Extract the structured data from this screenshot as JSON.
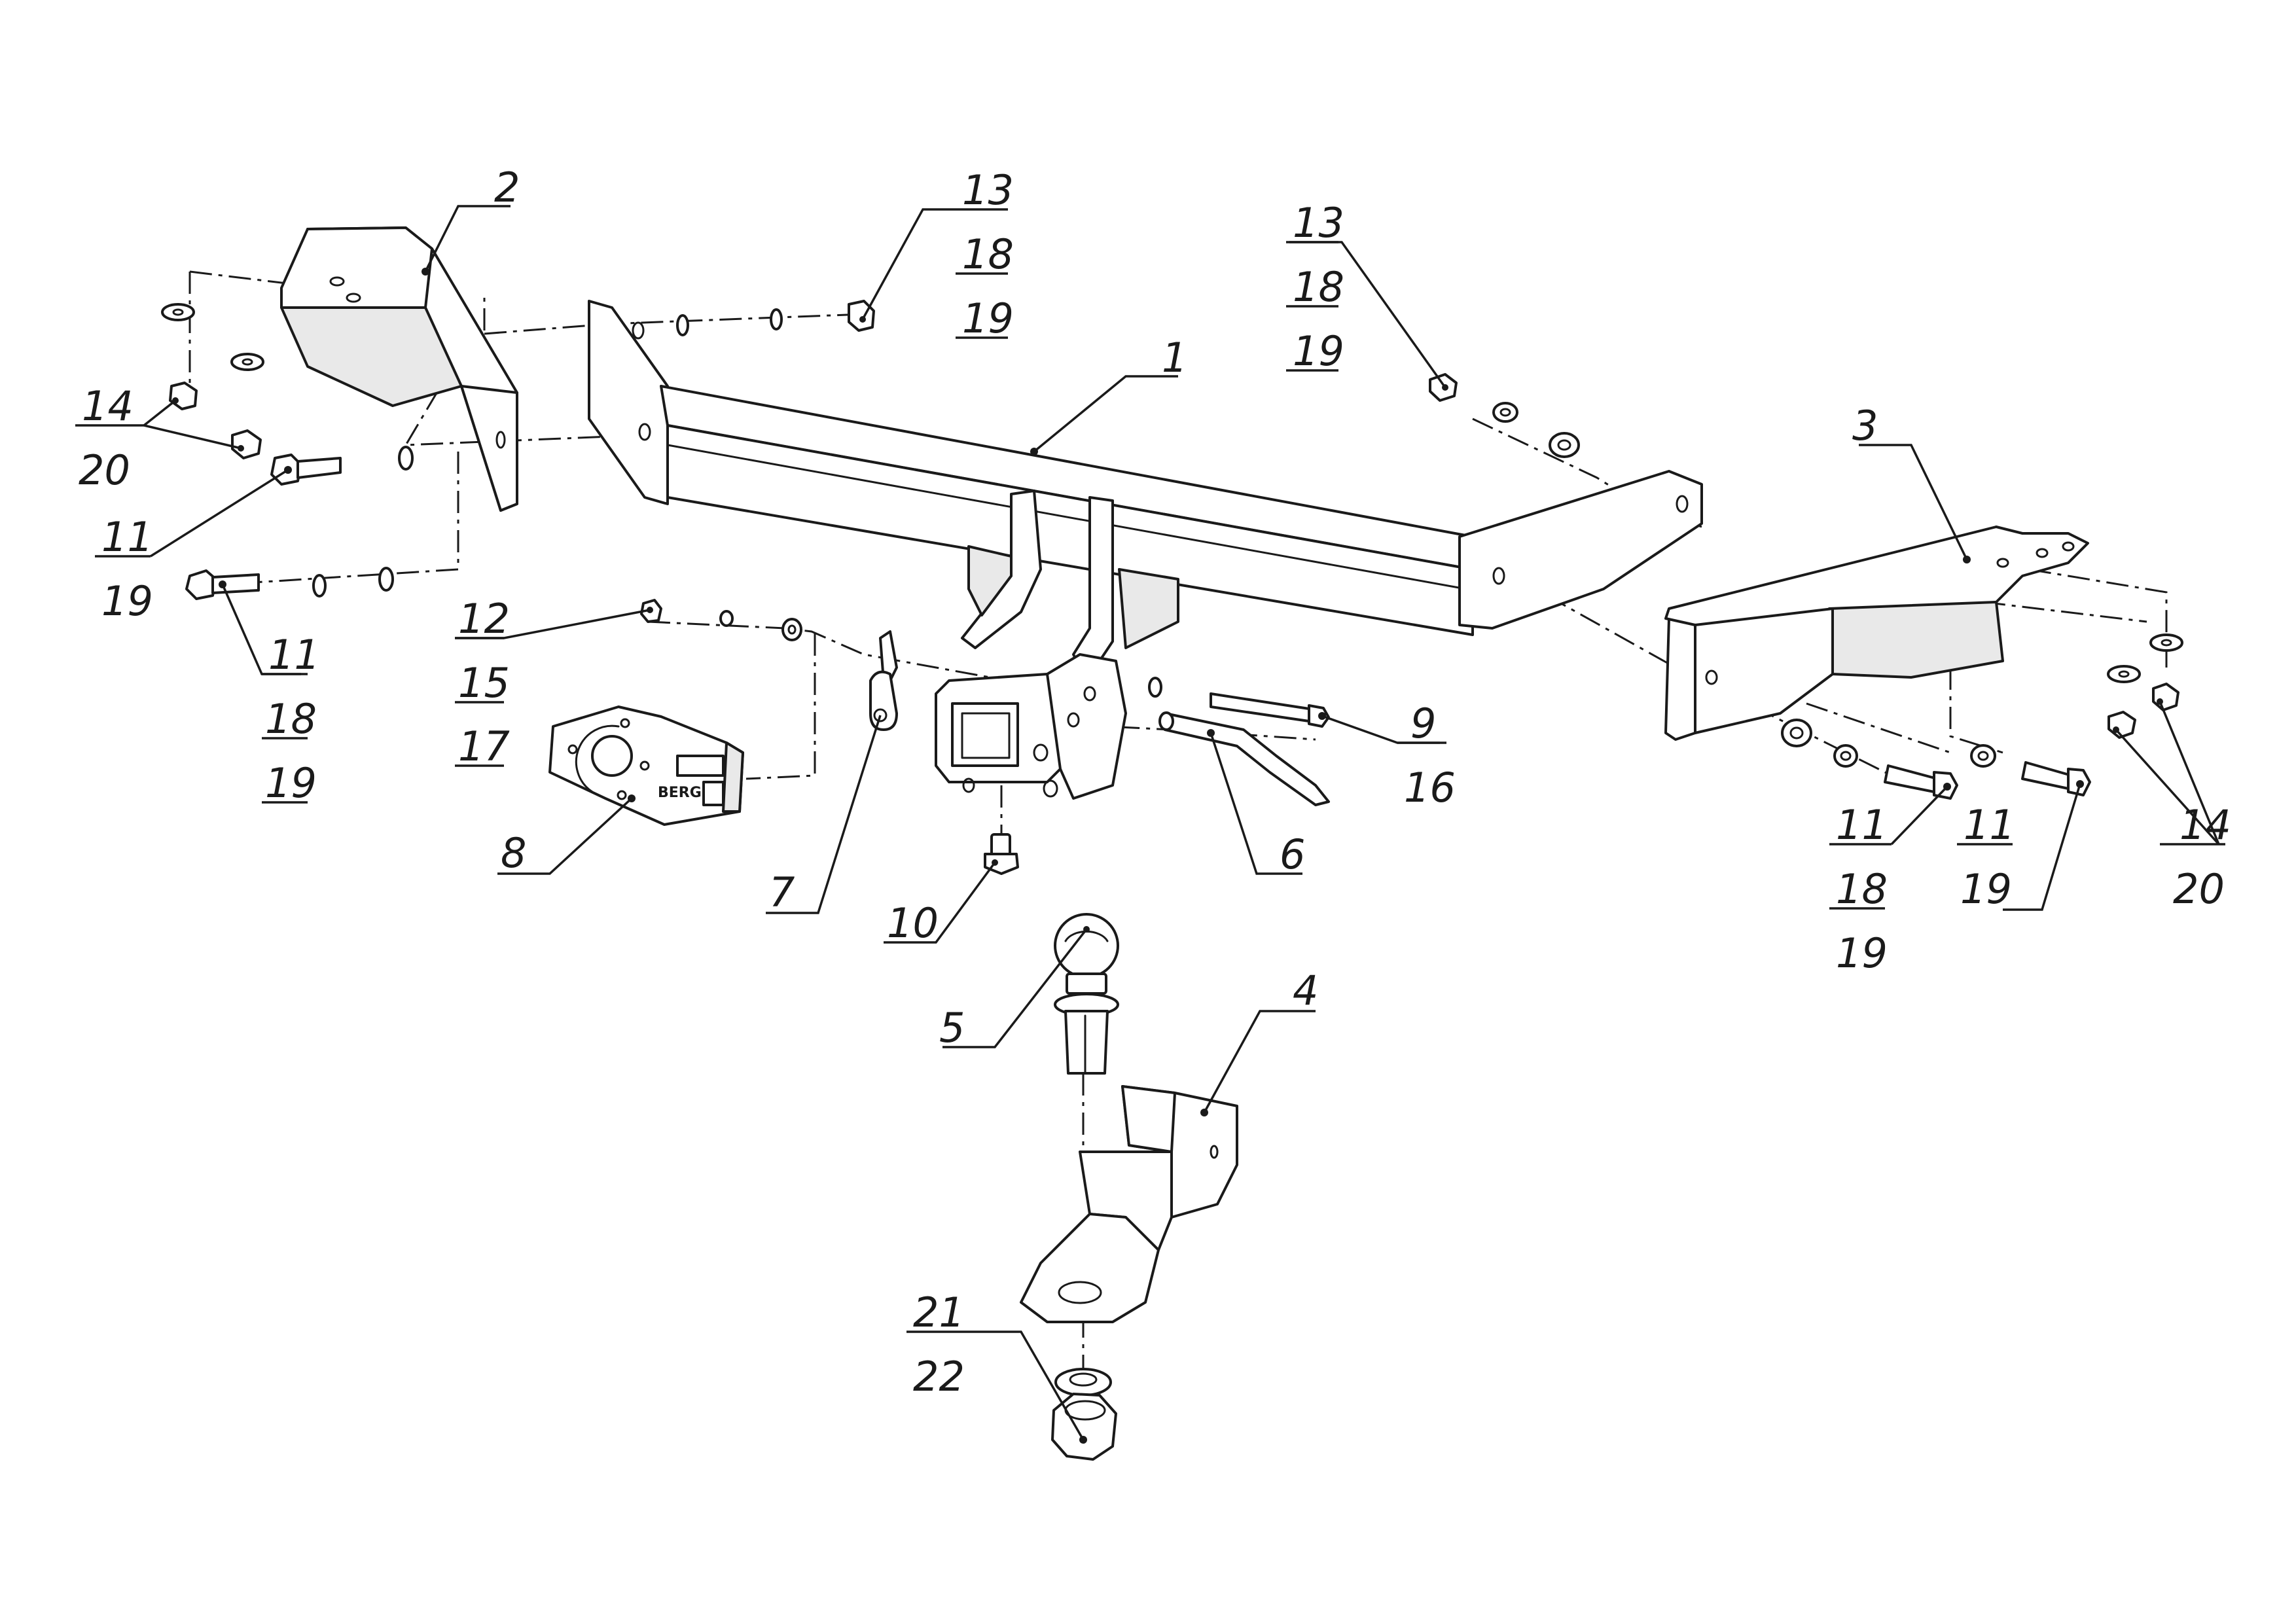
{
  "callouts": {
    "c1": [
      "1"
    ],
    "c2": [
      "2"
    ],
    "c3": [
      "3"
    ],
    "c4": [
      "4"
    ],
    "c5": [
      "5"
    ],
    "c6": [
      "6"
    ],
    "c7": [
      "7"
    ],
    "c8": [
      "8"
    ],
    "c9": [
      "9",
      "16"
    ],
    "c10": [
      "10"
    ],
    "c12": [
      "12",
      "15",
      "17"
    ],
    "c13a": [
      "13",
      "18",
      "19"
    ],
    "c13b": [
      "13",
      "18",
      "19"
    ],
    "c14a": [
      "14",
      "20"
    ],
    "c14b": [
      "14",
      "20"
    ],
    "c11a": [
      "11",
      "19"
    ],
    "c11b": [
      "11",
      "18",
      "19"
    ],
    "c11c": [
      "11",
      "18",
      "19"
    ],
    "c11d": [
      "11",
      "19"
    ],
    "c21": [
      "21",
      "22"
    ]
  },
  "socket_brand": "BERG",
  "colors": {
    "line": "#1a1a1a",
    "background": "#ffffff",
    "shade": "#e9e9e9"
  }
}
